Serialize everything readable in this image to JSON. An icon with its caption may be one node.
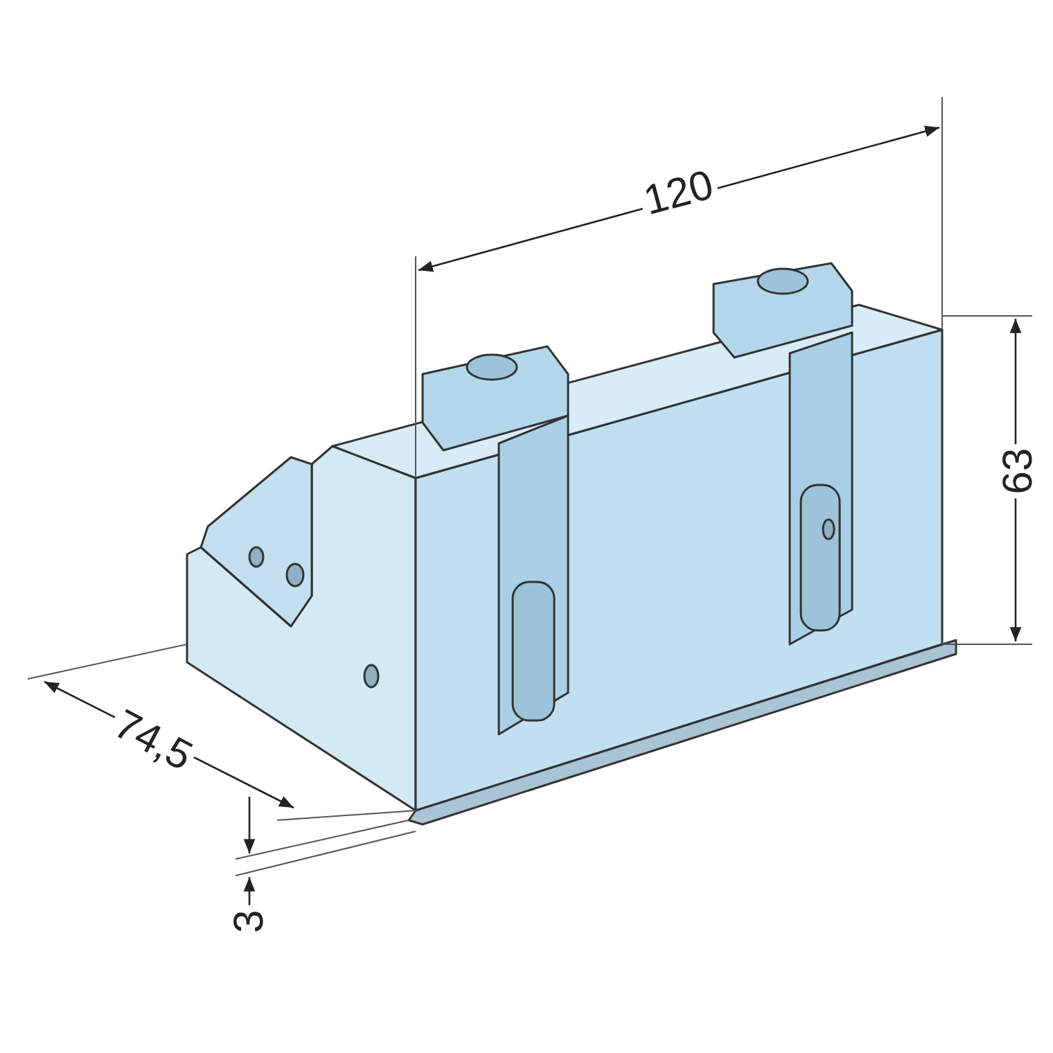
{
  "diagram": {
    "labels": [
      "120",
      "63",
      "74,5",
      "3"
    ]
  }
}
